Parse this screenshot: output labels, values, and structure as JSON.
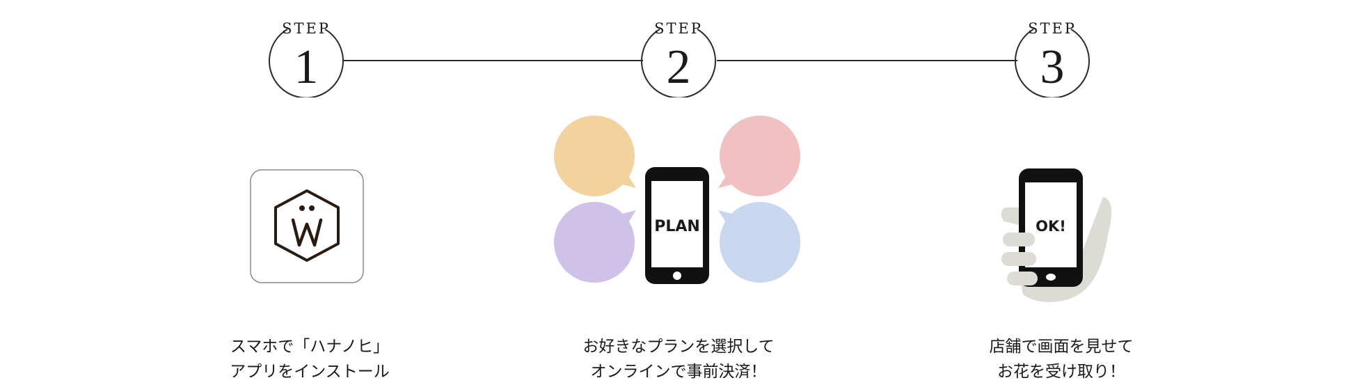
{
  "steps": [
    {
      "label": "STEP",
      "number": "1",
      "icon": "app-icon",
      "caption_line1": "スマホで「ハナノヒ」",
      "caption_line2": "アプリをインストール"
    },
    {
      "label": "STEP",
      "number": "2",
      "icon": "phone-plan-icon",
      "phone_text": "PLAN",
      "caption_line1": "お好きなプランを選択して",
      "caption_line2": "オンラインで事前決済！"
    },
    {
      "label": "STEP",
      "number": "3",
      "icon": "hand-phone-icon",
      "phone_text": "OK!",
      "caption_line1": "店舗で画面を見せて",
      "caption_line2": "お花を受け取り！"
    }
  ],
  "colors": {
    "bubble_orange": "#f2d39e",
    "bubble_pink": "#f1c0c0",
    "bubble_purple": "#cfc1e8",
    "bubble_blue": "#c8d6f0",
    "hand": "#dcdcd4",
    "line": "#2a2a2a"
  }
}
